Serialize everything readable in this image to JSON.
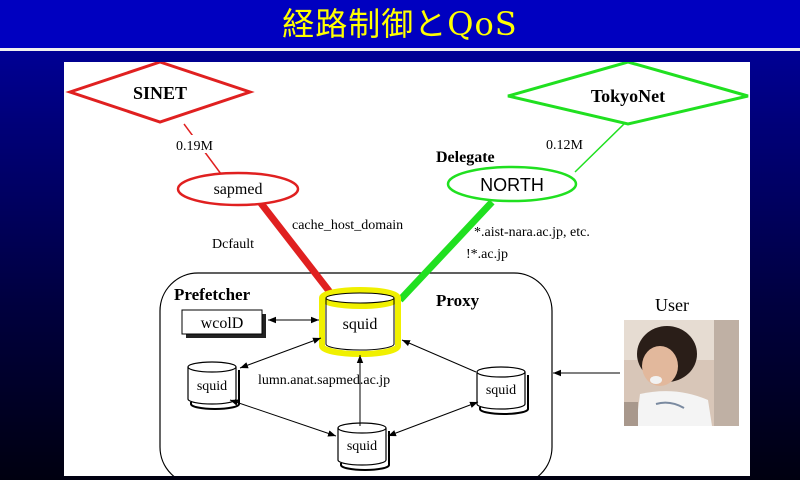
{
  "title": "経路制御とQoS",
  "diagram": {
    "nodes": {
      "sinet": "SINET",
      "tokyonet": "TokyoNet",
      "sapmed": "sapmed",
      "north": "NORTH",
      "squid_main": "squid",
      "wcold": "wcolD",
      "squid_left": "squid",
      "squid_right": "squid",
      "squid_bottom": "squid"
    },
    "labels": {
      "bw_sinet": "0.19M",
      "bw_tokyonet": "0.12M",
      "delegate": "Delegate",
      "cache_host_domain": "cache_host_domain",
      "default": "Dcfault",
      "north_domains_1": "*.aist-nara.ac.jp, etc.",
      "north_domains_2": "!*.ac.jp",
      "prefetcher": "Prefetcher",
      "proxy": "Proxy",
      "user": "User",
      "host": "lumn.anat.sapmed.ac.jp"
    },
    "colors": {
      "sinet": "#e02020",
      "tokyonet": "#20e020",
      "main_squid": "#f0f000"
    }
  }
}
